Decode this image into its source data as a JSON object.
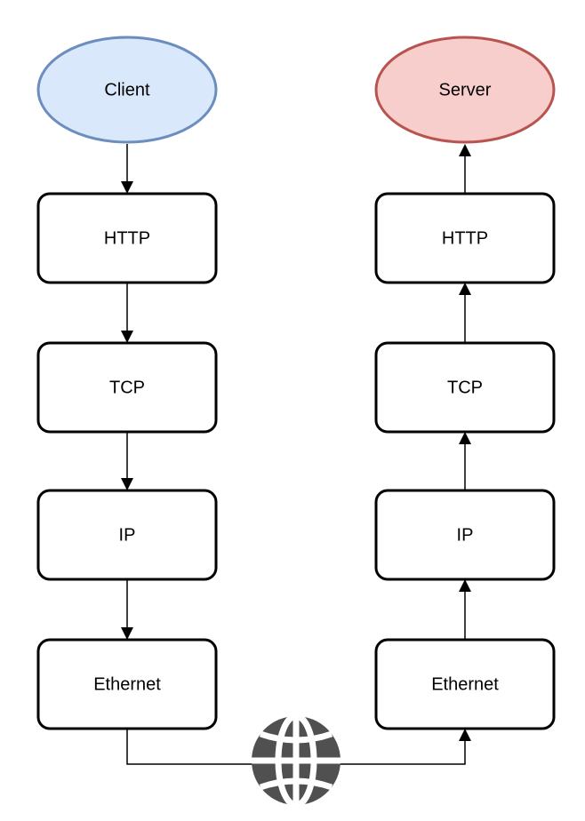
{
  "client": {
    "label": "Client",
    "fill": "#dae8fc",
    "stroke": "#6c8ebf"
  },
  "server": {
    "label": "Server",
    "fill": "#f8cecc",
    "stroke": "#b85450"
  },
  "client_stack": {
    "http": "HTTP",
    "tcp": "TCP",
    "ip": "IP",
    "ethernet": "Ethernet"
  },
  "server_stack": {
    "http": "HTTP",
    "tcp": "TCP",
    "ip": "IP",
    "ethernet": "Ethernet"
  },
  "network": {
    "icon": "globe-icon",
    "color": "#505050"
  }
}
